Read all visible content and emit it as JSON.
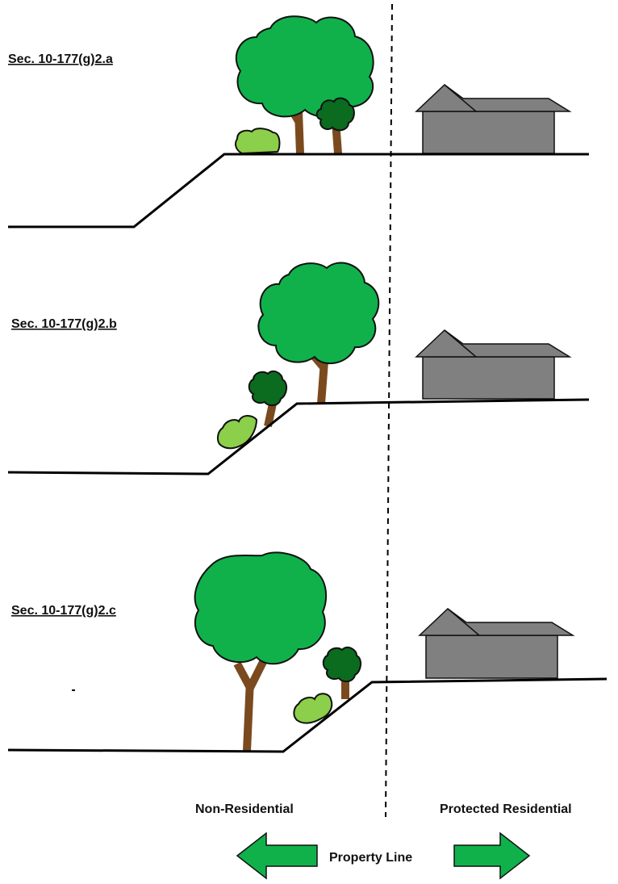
{
  "sections": [
    {
      "label": "Sec. 10-177(g)2.a"
    },
    {
      "label": "Sec. 10-177(g)2.b"
    },
    {
      "label": "Sec. 10-177(g)2.c"
    }
  ],
  "sides": {
    "left_label": "Non-Residential",
    "right_label": "Protected Residential"
  },
  "property_line_label": "Property Line",
  "colors": {
    "canopy": "#10b14b",
    "shrub_dark": "#0b6b1f",
    "shrub_light": "#8ccf4a",
    "trunk": "#7a4a1e",
    "house": "#808080",
    "arrow": "#10b14b"
  },
  "icons": {
    "house": "house-icon",
    "tree": "tree-icon",
    "shrub": "shrub-icon",
    "arrow_left": "arrow-left-icon",
    "arrow_right": "arrow-right-icon"
  }
}
